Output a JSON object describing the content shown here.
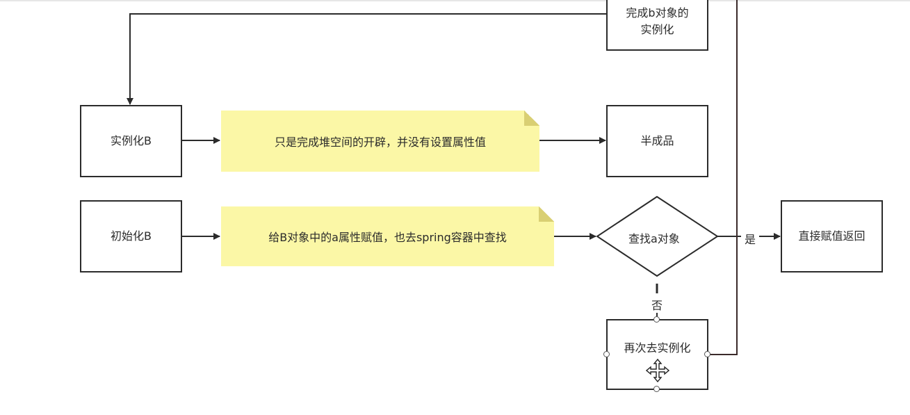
{
  "nodes": {
    "complete_b": "完成b对象的\n实例化",
    "instantiate_b": "实例化B",
    "half_product": "半成品",
    "init_b": "初始化B",
    "find_a": "查找a对象",
    "return_direct": "直接赋值返回",
    "reinstantiate": "再次去实例化"
  },
  "notes": {
    "heap_space": "只是完成堆空间的开辟，并没有设置属性值",
    "assign_a": "给B对象中的a属性赋值，也去spring容器中查找"
  },
  "edge_labels": {
    "yes": "是",
    "no": "否"
  },
  "colors": {
    "line": "#2b2b2b",
    "note_fill": "#fbf7a6",
    "note_fold": "#d9cf73",
    "loop_line": "#3a2a2a"
  },
  "icons": [
    "move-cursor-icon"
  ]
}
